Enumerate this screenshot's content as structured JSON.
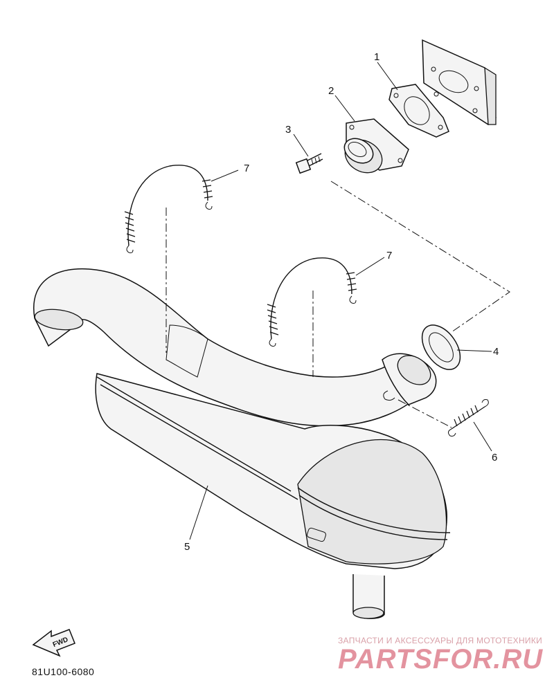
{
  "diagram": {
    "callouts": [
      {
        "id": "1",
        "label": "1"
      },
      {
        "id": "2",
        "label": "2"
      },
      {
        "id": "3",
        "label": "3"
      },
      {
        "id": "7a",
        "label": "7"
      },
      {
        "id": "7b",
        "label": "7"
      },
      {
        "id": "4",
        "label": "4"
      },
      {
        "id": "6",
        "label": "6"
      },
      {
        "id": "5",
        "label": "5"
      }
    ],
    "fwd_label": "FWD",
    "part_code": "81U100-6080"
  },
  "watermark": {
    "tagline": "ЗАПЧАСТИ И АКСЕССУАРЫ ДЛЯ МОТОТЕХНИКИ",
    "brand": "PARTSFOR.RU"
  },
  "colors": {
    "line": "#111111",
    "watermark": "#e3939f"
  }
}
